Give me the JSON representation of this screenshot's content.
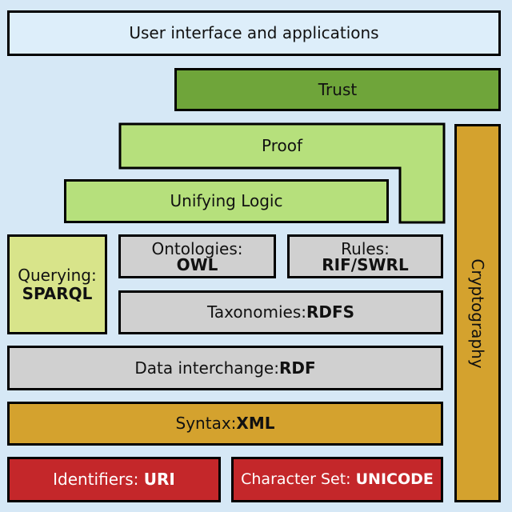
{
  "layers": {
    "ui": "User interface and applications",
    "trust": "Trust",
    "proof": "Proof",
    "logic": "Unifying Logic",
    "querying": {
      "label": "Querying:",
      "tech": "SPARQL"
    },
    "ontologies": {
      "label": "Ontologies:",
      "tech": "OWL"
    },
    "rules": {
      "label": "Rules:",
      "tech": "RIF/SWRL"
    },
    "taxonomies": {
      "label": "Taxonomies:",
      "tech": "RDFS"
    },
    "data": {
      "label": "Data interchange:",
      "tech": "RDF"
    },
    "syntax": {
      "label": "Syntax:",
      "tech": "XML"
    },
    "identifiers": {
      "label": "Identifiers:",
      "tech": "URI"
    },
    "charset": {
      "label": "Character Set:",
      "tech": "UNICODE"
    },
    "crypto": "Cryptography"
  },
  "colors": {
    "background": "#d6e8f6",
    "ui": "#ddeefa",
    "trust": "#6fa53a",
    "light_green": "#b6e07c",
    "querying": "#d8e48a",
    "gray": "#d0d0d0",
    "gold": "#d4a22e",
    "red": "#c4272a"
  }
}
